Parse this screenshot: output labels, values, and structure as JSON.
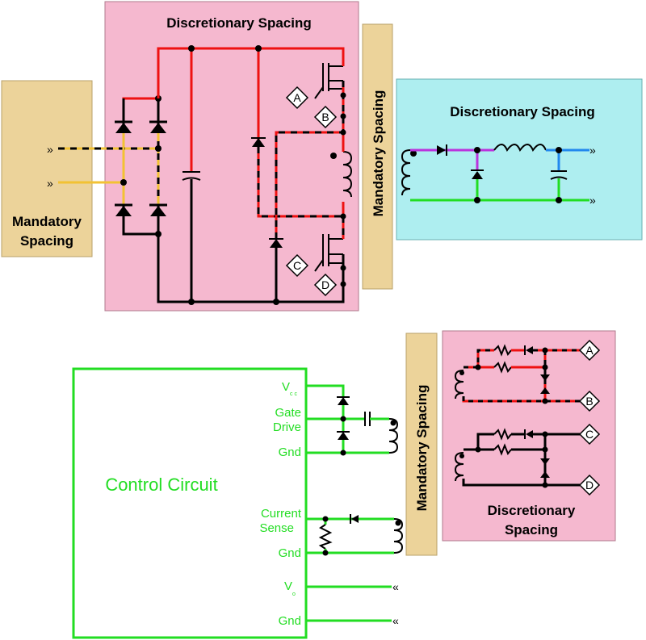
{
  "zones": {
    "top_pink_title": "Discretionary Spacing",
    "left_mandatory_title_l1": "Mandatory",
    "left_mandatory_title_l2": "Spacing",
    "top_vertical_mandatory": "Mandatory Spacing",
    "cyan_title": "Discretionary Spacing",
    "bottom_vertical_mandatory": "Mandatory Spacing",
    "bottom_pink_title_l1": "Discretionary",
    "bottom_pink_title_l2": "Spacing"
  },
  "control": {
    "title": "Control Circuit",
    "vcc": "V",
    "vcc_sub": "c c",
    "gate_l1": "Gate",
    "gate_l2": "Drive",
    "gnd1": "Gnd",
    "cs_l1": "Current",
    "cs_l2": "Sense",
    "gnd2": "Gnd",
    "vo": "V",
    "vo_sub": "o",
    "gnd3": "Gnd"
  },
  "nodes": {
    "a": "A",
    "b": "B",
    "c": "C",
    "d": "D"
  },
  "colors": {
    "pink": "#f5b8cf",
    "tan": "#ecd39a",
    "cyan": "#aeeef0",
    "red": "#ee1111",
    "green": "#22dd22",
    "purple": "#bb33dd",
    "blue": "#2288ee",
    "yellow": "#f2c233"
  }
}
